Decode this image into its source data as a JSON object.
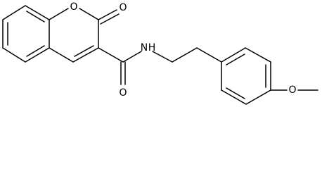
{
  "atoms": {
    "ring_oxygen": "O",
    "carbonyl_oxygen": "O",
    "amide_oxygen": "O",
    "amide_nitrogen": "N",
    "amide_hydrogen": "H",
    "ether_oxygen": "O"
  },
  "colors": {
    "bond": "#000000",
    "background": "#ffffff"
  }
}
